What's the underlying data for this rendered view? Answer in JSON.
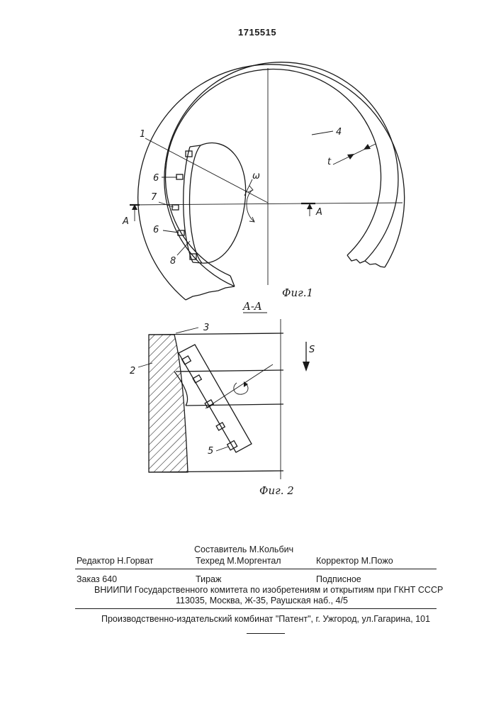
{
  "patent_number": "1715515",
  "figure1": {
    "caption": "Фиг.1",
    "labels": {
      "part1": "1",
      "part4": "4",
      "part6a": "6",
      "part6b": "6",
      "part7": "7",
      "part8": "8",
      "thickness": "t",
      "omega": "ω",
      "section_left": "A",
      "section_right": "A"
    }
  },
  "figure2": {
    "caption": "Фиг. 2",
    "section_title": "A-A",
    "labels": {
      "part2": "2",
      "part3": "3",
      "part5": "5",
      "feed": "S"
    }
  },
  "footer": {
    "compiler": "Составитель М.Кольбич",
    "editor": "Редактор  Н.Горват",
    "techred": "Техред М.Моргентал",
    "corrector": "Корректор  М.Пожо",
    "order": "Заказ  640",
    "circulation": "Тираж",
    "subscription": "Подписное",
    "institute": "ВНИИПИ Государственного комитета по изобретениям и открытиям при ГКНТ СССР",
    "address": "113035, Москва, Ж-35, Раушская наб., 4/5",
    "publisher": "Производственно-издательский комбинат \"Патент\", г. Ужгород, ул.Гагарина, 101"
  }
}
